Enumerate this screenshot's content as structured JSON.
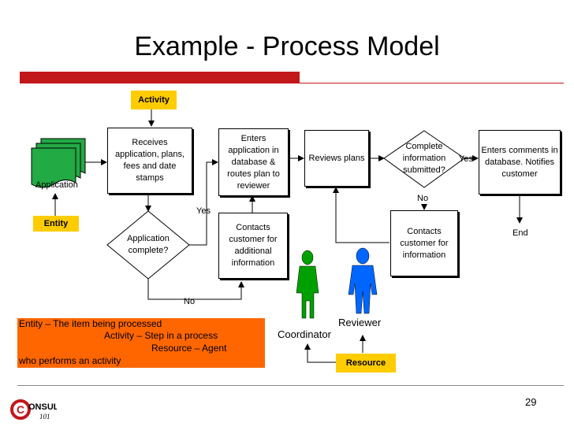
{
  "title": "Example - Process Model",
  "tags": {
    "activity": "Activity",
    "entity": "Entity",
    "resource": "Resource"
  },
  "nodes": {
    "application": "Application",
    "receives": "Receives application, plans, fees and date stamps",
    "enters_application": "Enters application in database & routes plan to reviewer",
    "reviews": "Reviews plans",
    "complete_info": "Complete information submitted?",
    "enters_comments": "Enters comments in database. Notifies customer",
    "application_complete": "Application complete?",
    "contacts_additional": "Contacts customer for additional information",
    "contacts_info": "Contacts customer for information",
    "end": "End"
  },
  "edge_labels": {
    "yes_1": "Yes",
    "no_1": "No",
    "yes_2": "Yes",
    "no_2": "No"
  },
  "people": {
    "coordinator": "Coordinator",
    "reviewer": "Reviewer"
  },
  "legend": {
    "line1": "Entity – The item being processed",
    "line2": "Activity – Step in a process",
    "line3": "Resource – Agent",
    "line4": "who performs an activity"
  },
  "page_number": "29",
  "logo": {
    "letter": "C",
    "text": "ONSULT",
    "sub": "101"
  },
  "colors": {
    "accent_red": "#c2171b",
    "tag_yellow": "#ffcc00",
    "legend_orange": "#ff6600",
    "coordinator_green": "#00a000",
    "reviewer_blue": "#0066ff",
    "document_green": "#22aa44"
  }
}
